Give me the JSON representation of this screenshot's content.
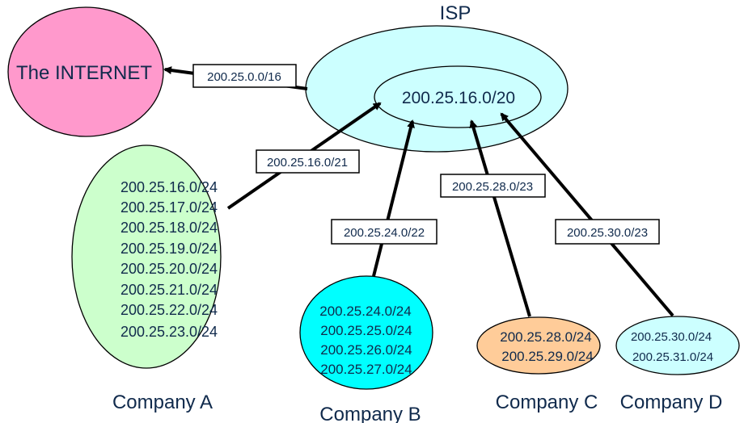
{
  "isp": {
    "title": "ISP",
    "block": "200.25.16.0/20",
    "fill": "#ccffff",
    "inner_fill": "#ccffff"
  },
  "internet": {
    "label": "The INTERNET",
    "fill": "#ff99cc"
  },
  "routes": {
    "to_internet": "200.25.0.0/16",
    "company_a": "200.25.16.0/21",
    "company_b": "200.25.24.0/22",
    "company_c": "200.25.28.0/23",
    "company_d": "200.25.30.0/23"
  },
  "companies": {
    "a": {
      "name": "Company A",
      "fill": "#ccffcc",
      "networks": [
        "200.25.16.0/24",
        "200.25.17.0/24",
        "200.25.18.0/24",
        "200.25.19.0/24",
        "200.25.20.0/24",
        "200.25.21.0/24",
        "200.25.22.0/24",
        "200.25.23.0/24"
      ]
    },
    "b": {
      "name": "Company B",
      "fill": "#00ffff",
      "networks": [
        "200.25.24.0/24",
        "200.25.25.0/24",
        "200.25.26.0/24",
        "200.25.27.0/24"
      ]
    },
    "c": {
      "name": "Company C",
      "fill": "#ffcc99",
      "networks": [
        "200.25.28.0/24",
        "200.25.29.0/24"
      ]
    },
    "d": {
      "name": "Company D",
      "fill": "#ccffff",
      "networks": [
        "200.25.30.0/24",
        "200.25.31.0/24"
      ]
    }
  },
  "colors": {
    "text": "#102a4c",
    "label_text": "#102a4c",
    "line": "#000000"
  }
}
